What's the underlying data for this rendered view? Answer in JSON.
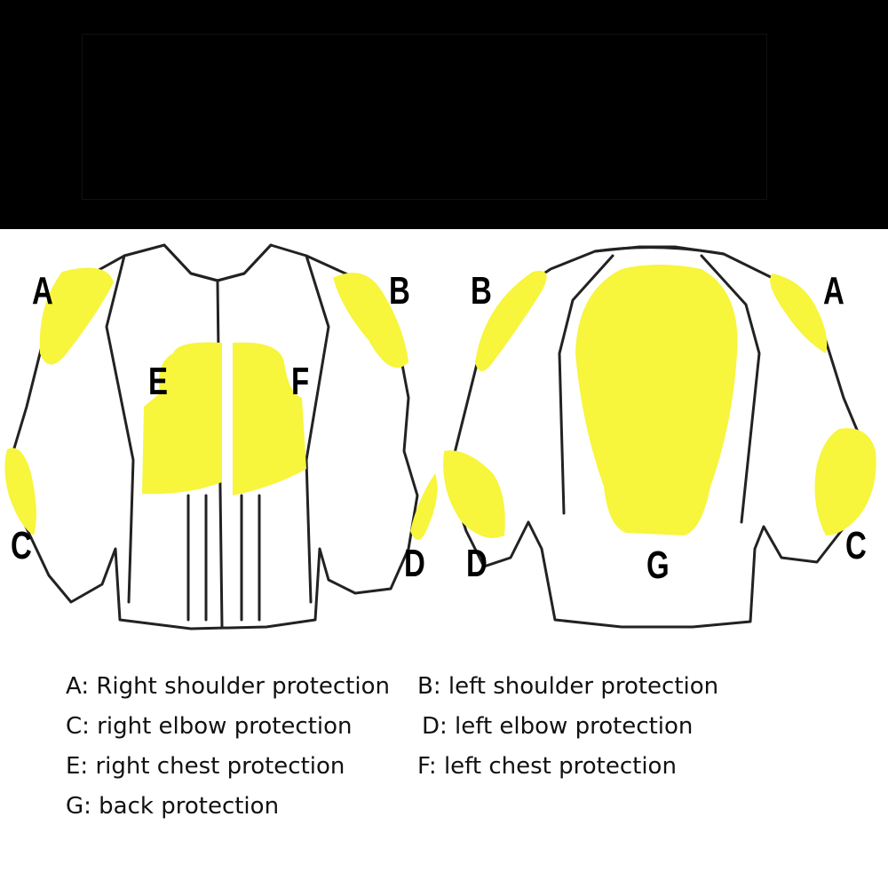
{
  "colors": {
    "pad": "#f7f53c",
    "outline": "#222222",
    "banner": "#000000"
  },
  "labels": {
    "front": {
      "a": "A",
      "b": "B",
      "c": "C",
      "d": "D",
      "e": "E",
      "f": "F"
    },
    "back": {
      "b": "B",
      "a": "A",
      "d": "D",
      "c": "C",
      "g": "G"
    }
  },
  "legend": {
    "a": "A: Right shoulder protection",
    "b": "B: left shoulder protection",
    "c": "C: right elbow protection",
    "d": "D: left elbow protection",
    "e": "E: right chest protection",
    "f": "F: left chest protection",
    "g": "G: back protection"
  }
}
